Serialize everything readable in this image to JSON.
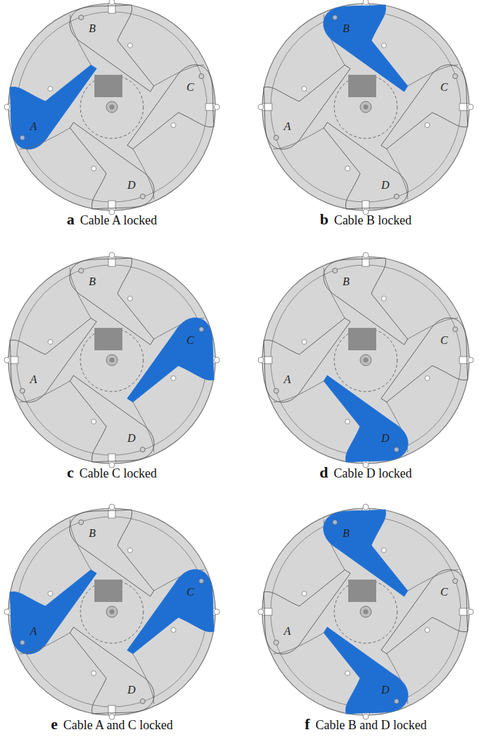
{
  "diagram": {
    "labels": [
      "A",
      "B",
      "C",
      "D",
      "a",
      "Cable A locked",
      "A",
      "B",
      "C",
      "D",
      "b",
      "Cable B locked",
      "A",
      "B",
      "C",
      "D",
      "c",
      "Cable C locked",
      "A",
      "B",
      "C",
      "D",
      "d",
      "Cable D locked",
      "A",
      "B",
      "C",
      "D",
      "e",
      "Cable A and C locked",
      "A",
      "B",
      "C",
      "D",
      "f",
      "Cable B and D locked"
    ]
  }
}
